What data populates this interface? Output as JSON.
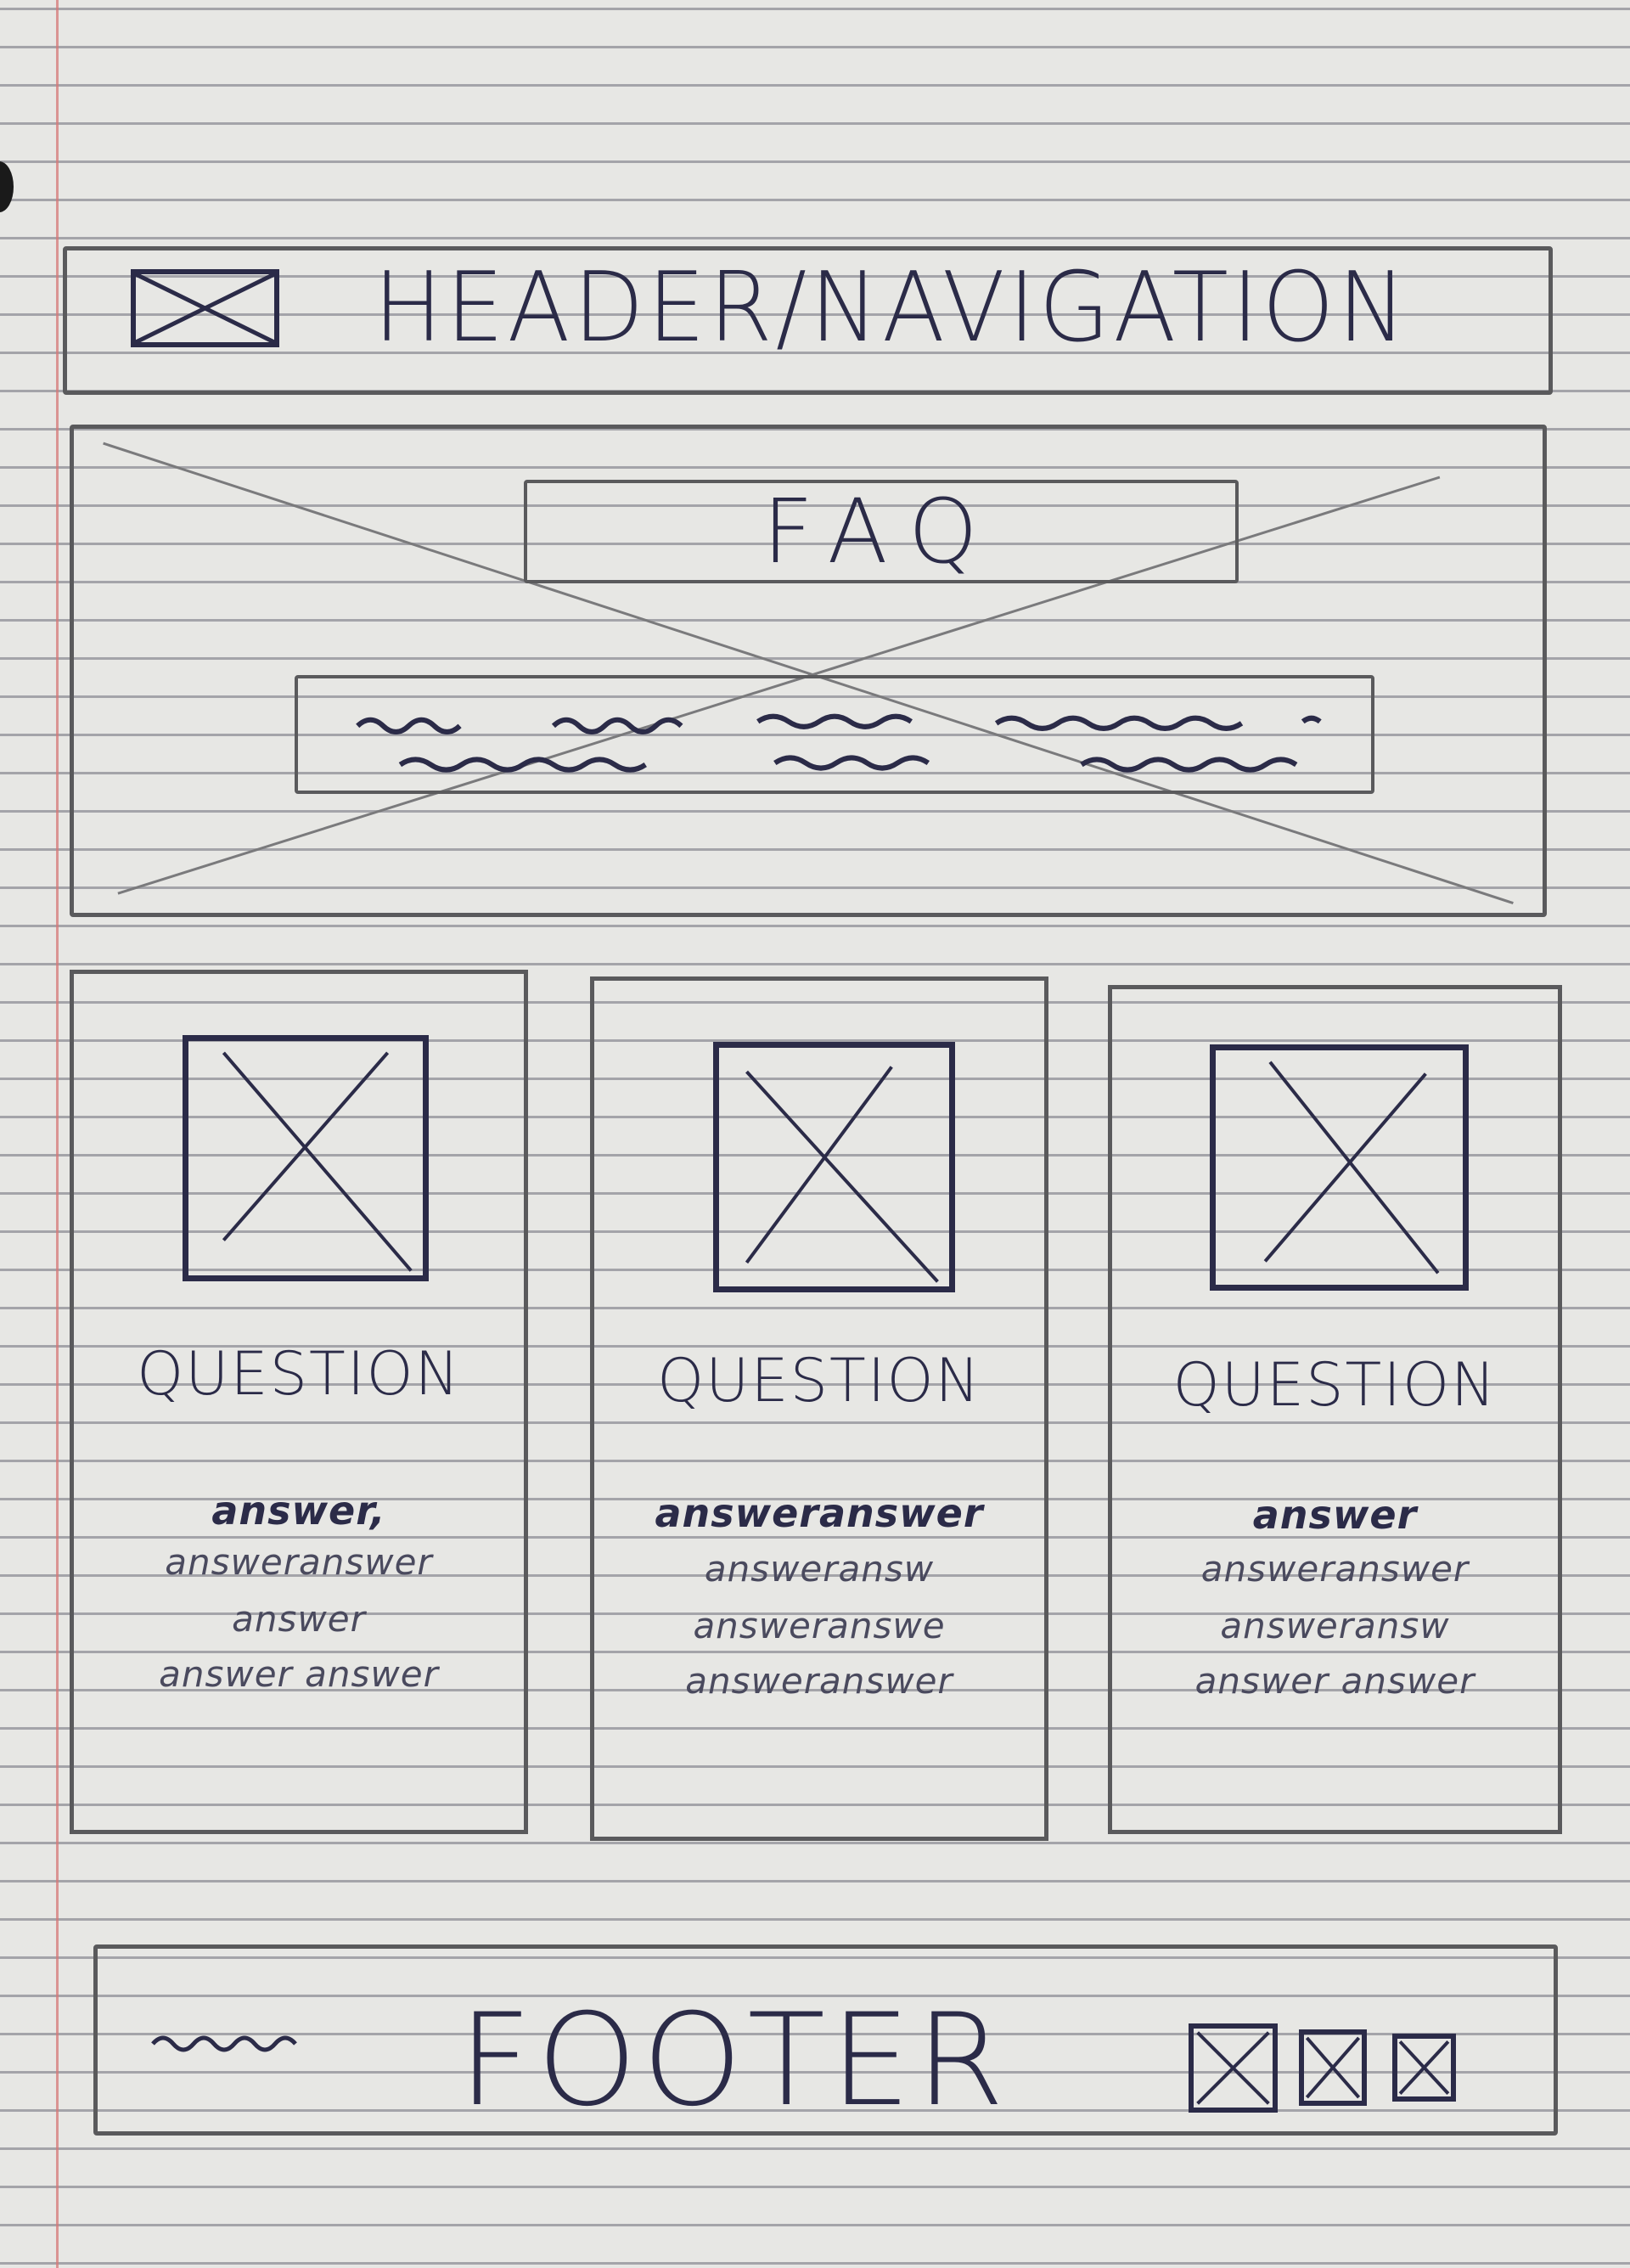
{
  "header": {
    "title": "HEADER/NAVIGATION",
    "logo_icon": "image-placeholder-icon"
  },
  "hero": {
    "title": "FAQ",
    "background_icon": "image-placeholder-icon"
  },
  "faq_cards": [
    {
      "question": "QUESTION",
      "answer_lines": [
        "answer,",
        "answeranswer",
        "answer",
        "answer answer"
      ]
    },
    {
      "question": "QUESTION",
      "answer_lines": [
        "answeranswer",
        "answeransw",
        "answeranswe",
        "answeranswer"
      ]
    },
    {
      "question": "QUESTION",
      "answer_lines": [
        "answer",
        "answeranswer",
        "answeransw",
        "answer answer"
      ]
    }
  ],
  "footer": {
    "title": "FOOTER",
    "social_icons": [
      "image-placeholder-icon",
      "image-placeholder-icon",
      "image-placeholder-icon"
    ]
  },
  "colors": {
    "paper": "#e7e7e4",
    "pencil": "#5a5a5c",
    "ink": "#2b2b48",
    "margin_line": "#d67878"
  }
}
